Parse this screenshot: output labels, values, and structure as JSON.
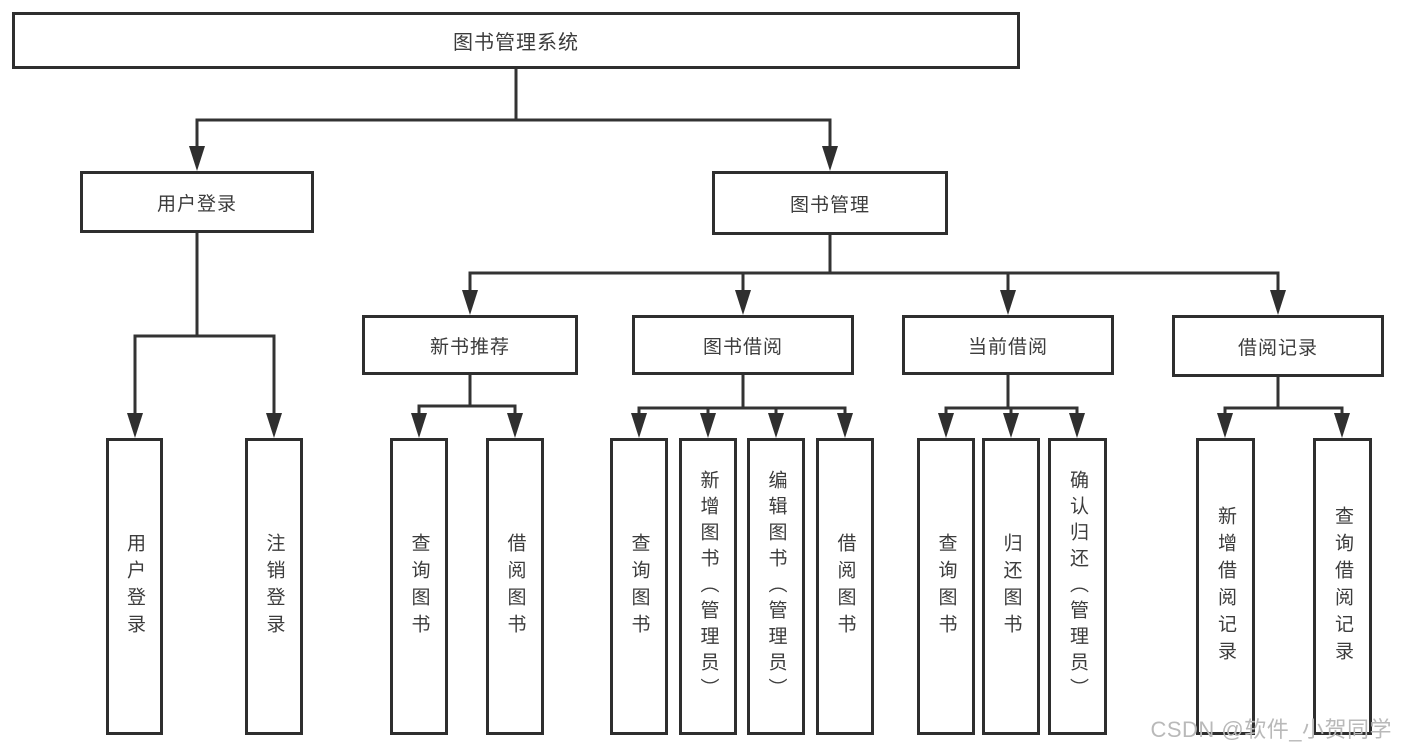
{
  "diagram": {
    "root": "图书管理系统",
    "level2": [
      "用户登录",
      "图书管理"
    ],
    "level3": [
      "新书推荐",
      "图书借阅",
      "当前借阅",
      "借阅记录"
    ],
    "leaves": {
      "user_login": [
        "用户登录",
        "注销登录"
      ],
      "new_book_recommend": [
        "查询图书",
        "借阅图书"
      ],
      "book_borrow": [
        "查询图书",
        "新增图书（管理员）",
        "编辑图书（管理员）",
        "借阅图书"
      ],
      "current_borrow": [
        "查询图书",
        "归还图书",
        "确认归还（管理员）"
      ],
      "borrow_records": [
        "新增借阅记录",
        "查询借阅记录"
      ]
    }
  },
  "watermark": "CSDN @软件_小贺同学",
  "colors": {
    "line": "#333333",
    "box_border": "#2e2e2e",
    "text": "#3c3c3c",
    "watermark": "#b9b9b9",
    "background": "#ffffff"
  }
}
